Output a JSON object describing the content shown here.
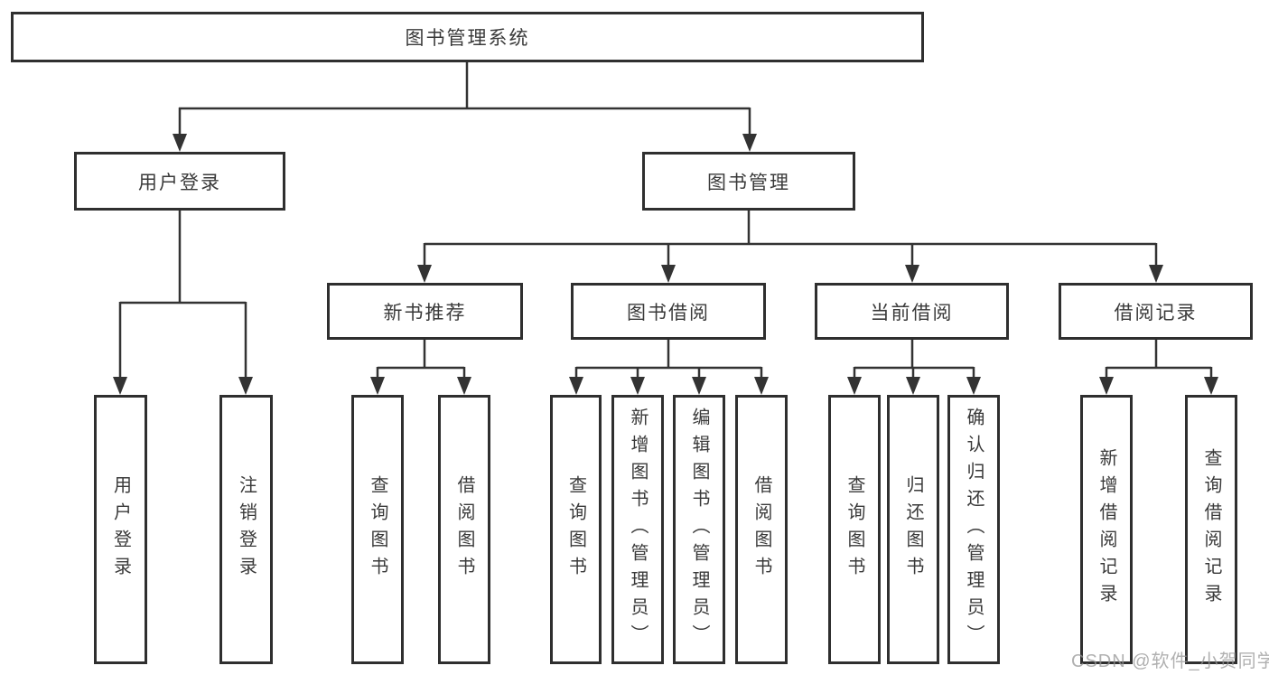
{
  "nodes": {
    "root": "图书管理系统",
    "login_branch": "用户登录",
    "mgmt_branch": "图书管理",
    "new_book": "新书推荐",
    "borrow": "图书借阅",
    "current": "当前借阅",
    "records": "借阅记录",
    "leaf_login": "用户登录",
    "leaf_logout": "注销登录",
    "leaf_new_query": "查询图书",
    "leaf_new_borrow": "借阅图书",
    "leaf_borrow_query": "查询图书",
    "leaf_borrow_add": "新增图书（管理员）",
    "leaf_borrow_edit": "编辑图书（管理员）",
    "leaf_borrow_do": "借阅图书",
    "leaf_current_query": "查询图书",
    "leaf_current_return": "归还图书",
    "leaf_current_confirm": "确认归还（管理员）",
    "leaf_records_add": "新增借阅记录",
    "leaf_records_query": "查询借阅记录"
  },
  "watermark": {
    "text": "CSDN @软件_小贺同学"
  },
  "colors": {
    "line": "#333333",
    "box_border": "#2f2f2f",
    "text": "#3a3a3a",
    "watermark": "#969696",
    "background": "#ffffff"
  }
}
